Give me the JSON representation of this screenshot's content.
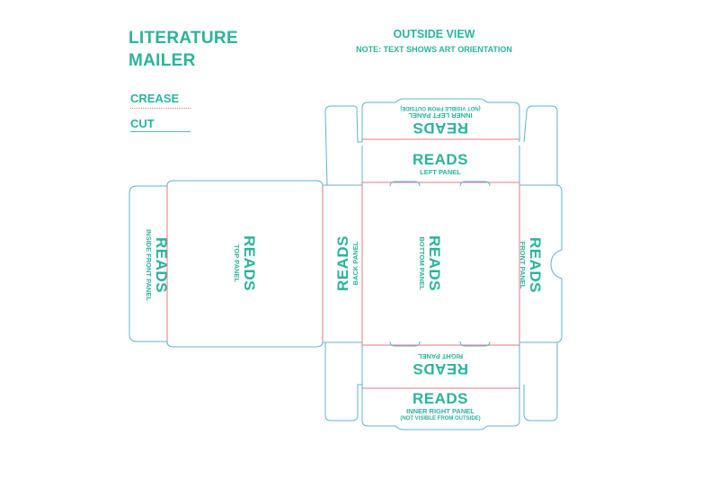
{
  "header": {
    "title_line1": "LITERATURE",
    "title_line2": "MAILER",
    "view_title": "OUTSIDE VIEW",
    "view_note": "NOTE: TEXT SHOWS ART ORIENTATION"
  },
  "legend": {
    "crease_label": "CREASE",
    "cut_label": "CUT"
  },
  "colors": {
    "text": "#2bb39a",
    "cut_line": "#5fb3cf",
    "crease_line": "#e47a85"
  },
  "panels": {
    "inner_left": {
      "heading": "READS",
      "line1": "INNER LEFT PANEL",
      "line2": "(NOT VISIBLE FROM OUTSIDE)"
    },
    "left": {
      "heading": "READS",
      "line1": "LEFT PANEL"
    },
    "inside_front": {
      "heading": "READS",
      "line1": "INSIDE FRONT PANEL"
    },
    "top": {
      "heading": "READS",
      "line1": "TOP PANEL"
    },
    "back": {
      "heading": "READS",
      "line1": "BACK PANEL"
    },
    "bottom": {
      "heading": "READS",
      "line1": "BOTTOM PANEL"
    },
    "front": {
      "heading": "READS",
      "line1": "FRONT PANEL"
    },
    "right": {
      "heading": "READS",
      "line1": "RIGHT PANEL"
    },
    "inner_right": {
      "heading": "READS",
      "line1": "INNER RIGHT PANEL",
      "line2": "(NOT VISIBLE FROM OUTSIDE)"
    }
  }
}
